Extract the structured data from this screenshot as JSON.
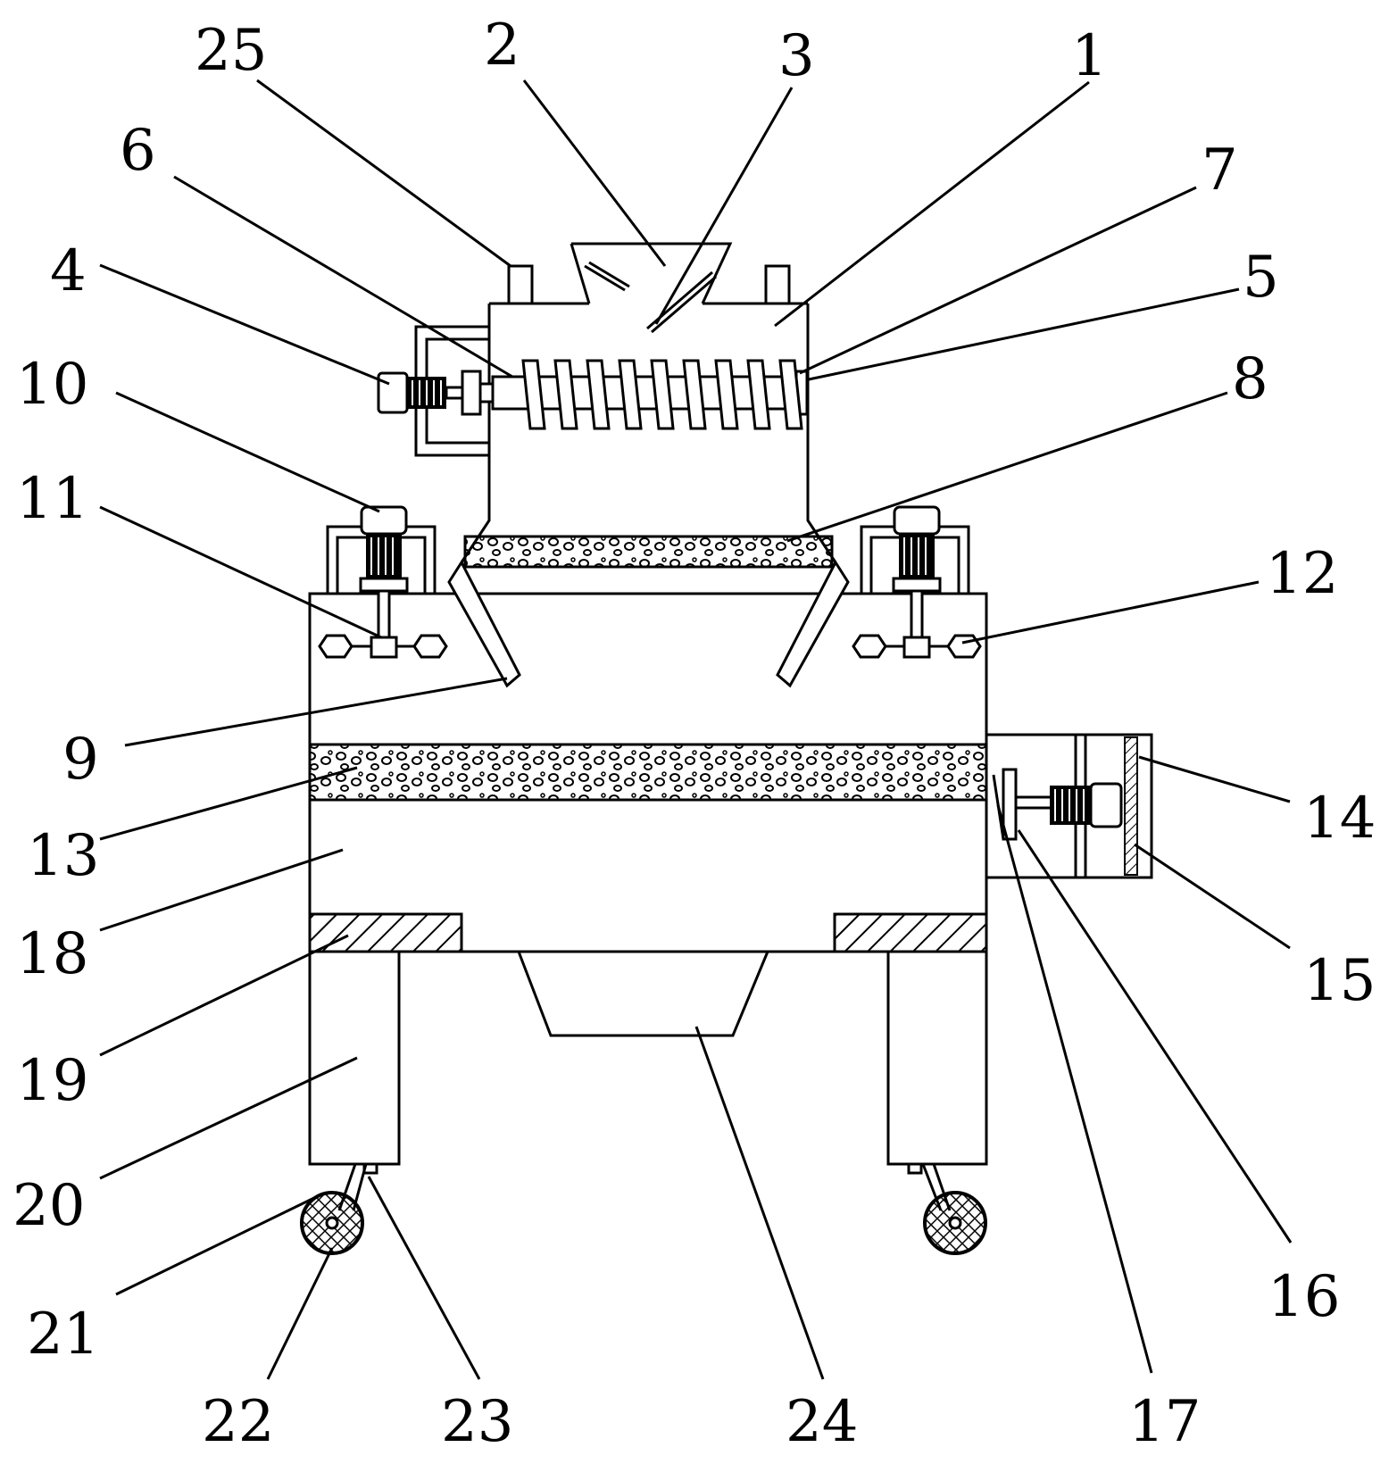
{
  "figure": {
    "callouts": [
      {
        "id": "c1",
        "label": "1"
      },
      {
        "id": "c2",
        "label": "2"
      },
      {
        "id": "c3",
        "label": "3"
      },
      {
        "id": "c4",
        "label": "4"
      },
      {
        "id": "c5",
        "label": "5"
      },
      {
        "id": "c6",
        "label": "6"
      },
      {
        "id": "c7",
        "label": "7"
      },
      {
        "id": "c8",
        "label": "8"
      },
      {
        "id": "c9",
        "label": "9"
      },
      {
        "id": "c10",
        "label": "10"
      },
      {
        "id": "c11",
        "label": "11"
      },
      {
        "id": "c12",
        "label": "12"
      },
      {
        "id": "c13",
        "label": "13"
      },
      {
        "id": "c14",
        "label": "14"
      },
      {
        "id": "c15",
        "label": "15"
      },
      {
        "id": "c16",
        "label": "16"
      },
      {
        "id": "c17",
        "label": "17"
      },
      {
        "id": "c18",
        "label": "18"
      },
      {
        "id": "c19",
        "label": "19"
      },
      {
        "id": "c20",
        "label": "20"
      },
      {
        "id": "c21",
        "label": "21"
      },
      {
        "id": "c22",
        "label": "22"
      },
      {
        "id": "c23",
        "label": "23"
      },
      {
        "id": "c24",
        "label": "24"
      },
      {
        "id": "c25",
        "label": "25"
      }
    ]
  }
}
